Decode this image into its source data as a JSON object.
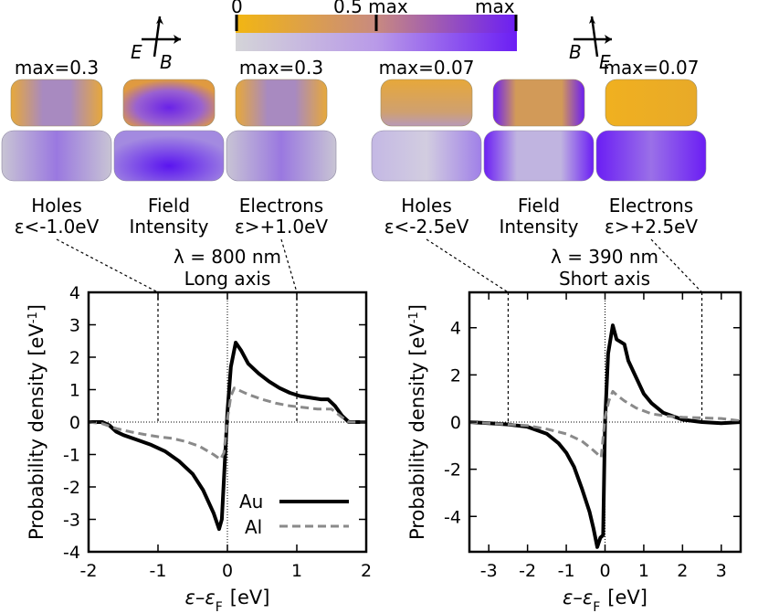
{
  "colorbar": {
    "tick_0": "0",
    "tick_half": "0.5 max",
    "tick_max": "max",
    "color_low": "#c8c8c8",
    "color_mid": "#e7a83a",
    "color_high": "#6b1ef4"
  },
  "arrows": {
    "left": {
      "e_label": "E",
      "b_label": "B"
    },
    "right": {
      "e_label": "E",
      "b_label": "B"
    }
  },
  "panels": [
    {
      "max_label": "max=0.3",
      "label1": "Holes",
      "label2": "ε<-1.0eV",
      "shade": "sides_orange"
    },
    {
      "max_label": "",
      "label1": "Field",
      "label2": "Intensity",
      "shade": "center_purple"
    },
    {
      "max_label": "max=0.3",
      "label1": "Electrons",
      "label2": "ε>+1.0eV",
      "shade": "sides_orange"
    },
    {
      "max_label": "max=0.07",
      "label1": "Holes",
      "label2": "ε<-2.5eV",
      "shade": "top_orange"
    },
    {
      "max_label": "",
      "label1": "Field",
      "label2": "Intensity",
      "shade": "edges_purple"
    },
    {
      "max_label": "max=0.07",
      "label1": "Electrons",
      "label2": "ε>+2.5eV",
      "shade": "orange_purple"
    }
  ],
  "legend": {
    "au": "Au",
    "al": "Al"
  },
  "chart_data": [
    {
      "type": "line",
      "title_line1": "λ = 800 nm",
      "title_line2": "Long axis",
      "xlabel_main": "ε–ε",
      "xlabel_sub": "F",
      "xlabel_unit": "[eV]",
      "ylabel": "Probability density [eV",
      "ylabel_sup": "-1",
      "ylabel_end": "]",
      "xlim": [
        -2,
        2
      ],
      "ylim": [
        -4,
        4
      ],
      "xticks": [
        -2,
        -1,
        0,
        1,
        2
      ],
      "yticks": [
        -4,
        -3,
        -2,
        -1,
        0,
        1,
        2,
        3,
        4
      ],
      "xtick_labels": [
        "-2",
        "-1",
        "0",
        "1",
        "2"
      ],
      "ytick_labels": [
        "-4",
        "-3",
        "-2",
        "-1",
        "0",
        "1",
        "2",
        "3",
        "4"
      ],
      "cutoffs": [
        -1.0,
        1.0
      ],
      "series": [
        {
          "name": "Au",
          "x": [
            -2.0,
            -1.8,
            -1.7,
            -1.6,
            -1.5,
            -1.3,
            -1.1,
            -0.9,
            -0.7,
            -0.5,
            -0.35,
            -0.2,
            -0.12,
            -0.08,
            0.0,
            0.05,
            0.12,
            0.2,
            0.3,
            0.45,
            0.6,
            0.75,
            0.9,
            1.05,
            1.2,
            1.35,
            1.45,
            1.55,
            1.65,
            1.75,
            2.0
          ],
          "y": [
            0.0,
            0.0,
            -0.1,
            -0.3,
            -0.4,
            -0.55,
            -0.7,
            -0.9,
            -1.2,
            -1.6,
            -2.1,
            -2.8,
            -3.3,
            -3.0,
            0.3,
            1.7,
            2.45,
            2.2,
            1.8,
            1.5,
            1.25,
            1.05,
            0.9,
            0.8,
            0.75,
            0.7,
            0.7,
            0.5,
            0.2,
            0.0,
            0.0
          ]
        },
        {
          "name": "Al",
          "x": [
            -2.0,
            -1.8,
            -1.6,
            -1.4,
            -1.2,
            -1.0,
            -0.8,
            -0.6,
            -0.4,
            -0.2,
            -0.1,
            -0.05,
            0.0,
            0.05,
            0.1,
            0.2,
            0.3,
            0.5,
            0.7,
            0.9,
            1.1,
            1.3,
            1.5,
            1.65,
            1.75,
            2.0
          ],
          "y": [
            0.0,
            -0.05,
            -0.2,
            -0.3,
            -0.38,
            -0.45,
            -0.5,
            -0.6,
            -0.75,
            -1.0,
            -1.15,
            -0.95,
            0.1,
            0.8,
            1.05,
            0.95,
            0.85,
            0.7,
            0.58,
            0.5,
            0.45,
            0.4,
            0.4,
            0.15,
            0.0,
            0.0
          ]
        }
      ]
    },
    {
      "type": "line",
      "title_line1": "λ = 390 nm",
      "title_line2": "Short axis",
      "xlabel_main": "ε–ε",
      "xlabel_sub": "F",
      "xlabel_unit": "[eV]",
      "ylabel": "Probability density [eV",
      "ylabel_sup": "-1",
      "ylabel_end": "]",
      "xlim": [
        -3.5,
        3.5
      ],
      "ylim": [
        -5.5,
        5.5
      ],
      "xticks": [
        -3,
        -2,
        -1,
        0,
        1,
        2,
        3
      ],
      "yticks": [
        -4,
        -2,
        0,
        2,
        4
      ],
      "xtick_labels": [
        "-3",
        "-2",
        "-1",
        "0",
        "1",
        "2",
        "3"
      ],
      "ytick_labels": [
        "-4",
        "-2",
        "0",
        "2",
        "4"
      ],
      "cutoffs": [
        -2.5,
        2.5
      ],
      "series": [
        {
          "name": "Au",
          "x": [
            -3.5,
            -3.0,
            -2.5,
            -2.0,
            -1.5,
            -1.2,
            -1.0,
            -0.8,
            -0.6,
            -0.4,
            -0.3,
            -0.2,
            -0.12,
            -0.05,
            0.0,
            0.08,
            0.2,
            0.3,
            0.4,
            0.5,
            0.6,
            0.8,
            1.0,
            1.2,
            1.5,
            2.0,
            2.5,
            3.0,
            3.5
          ],
          "y": [
            0.0,
            -0.05,
            -0.1,
            -0.2,
            -0.5,
            -0.9,
            -1.3,
            -1.9,
            -2.8,
            -3.8,
            -4.5,
            -5.3,
            -4.9,
            -4.8,
            0.0,
            2.9,
            4.1,
            3.5,
            3.4,
            3.3,
            2.6,
            1.9,
            1.2,
            0.8,
            0.4,
            0.1,
            0.0,
            -0.05,
            0.0
          ]
        },
        {
          "name": "Al",
          "x": [
            -3.5,
            -3.0,
            -2.5,
            -2.0,
            -1.5,
            -1.0,
            -0.6,
            -0.3,
            -0.1,
            0.0,
            0.1,
            0.2,
            0.3,
            0.5,
            0.8,
            1.2,
            1.6,
            2.0,
            2.5,
            3.0,
            3.5
          ],
          "y": [
            0.0,
            -0.05,
            -0.1,
            -0.15,
            -0.3,
            -0.5,
            -0.8,
            -1.2,
            -1.5,
            0.2,
            0.9,
            1.3,
            1.15,
            0.9,
            0.6,
            0.35,
            0.25,
            0.2,
            0.18,
            0.15,
            0.05
          ]
        }
      ]
    }
  ]
}
